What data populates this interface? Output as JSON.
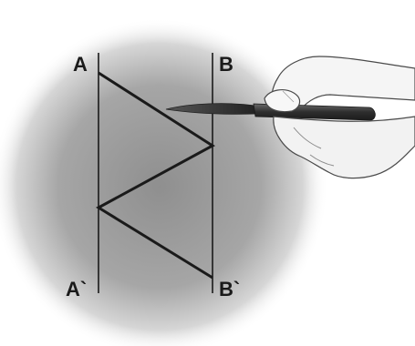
{
  "diagram": {
    "labels": {
      "top_left": "A",
      "top_right": "B",
      "bottom_left": "A`",
      "bottom_right": "B`"
    },
    "colors": {
      "background": "#ffffff",
      "shadow_center": "#9a9a9a",
      "shadow_edge": "#ffffff",
      "lines": "#1a1a1a",
      "scalpel": "#3a3a3a",
      "hand": "#f4f4f4"
    },
    "icons": {
      "pointer": "hand-holding-scalpel"
    }
  }
}
